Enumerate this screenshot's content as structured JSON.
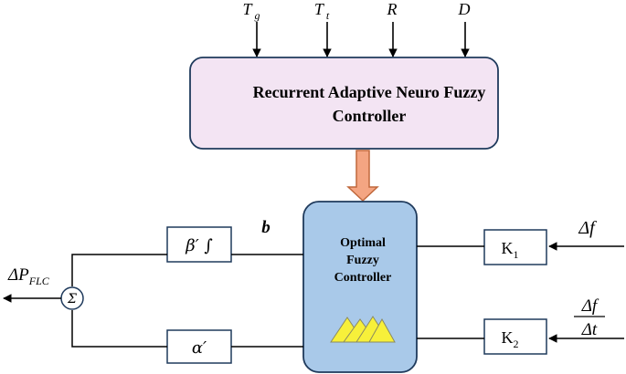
{
  "inputs": [
    {
      "symbol": "T",
      "sub": "g"
    },
    {
      "symbol": "T",
      "sub": "t"
    },
    {
      "symbol": "R",
      "sub": ""
    },
    {
      "symbol": "D",
      "sub": ""
    }
  ],
  "ranfc": {
    "line1": "Recurrent Adaptive Neuro Fuzzy",
    "line2": "Controller"
  },
  "ofc": {
    "line1": "Optimal",
    "line2": "Fuzzy",
    "line3": "Controller"
  },
  "beta_block": "β′ ∫",
  "alpha_block": "α′",
  "b_label": "b",
  "sum_symbol": "Σ",
  "output": {
    "delta": "ΔP",
    "sub": "FLC"
  },
  "k1": {
    "base": "K",
    "sub": "1"
  },
  "k2": {
    "base": "K",
    "sub": "2"
  },
  "df_label": "Δf",
  "dfdt": {
    "num": "Δf",
    "den": "Δt"
  },
  "colors": {
    "ranfc_fill": "#f3e4f3",
    "ofc_fill": "#a9c9e9",
    "ofc_stroke": "#1f3a5c",
    "arrow_fill": "#f4a582",
    "arrow_stroke": "#c0683c",
    "triangle_fill": "#f7f03a"
  }
}
